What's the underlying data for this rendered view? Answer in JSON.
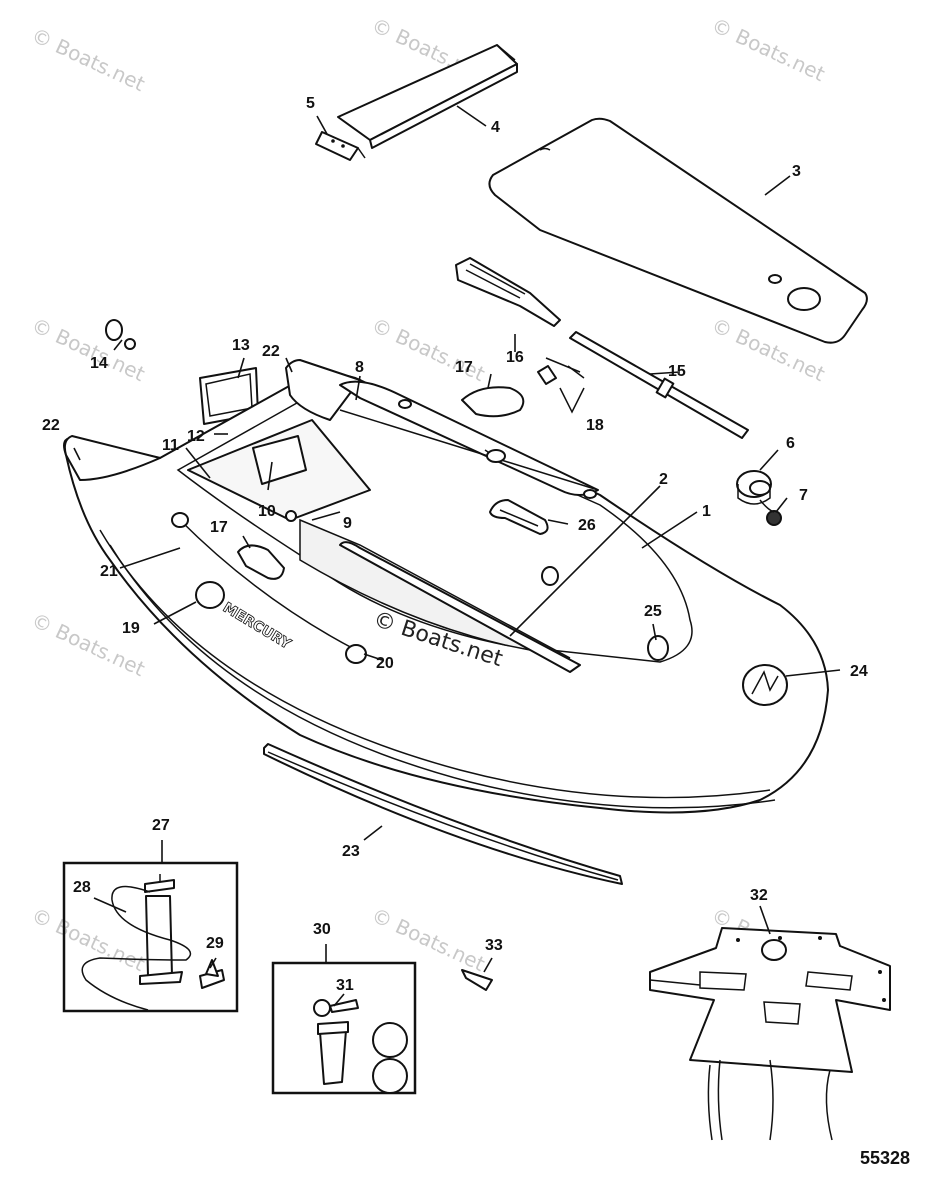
{
  "watermark_text": "© Boats.net",
  "center_watermark_text": "© Boats.net",
  "hull_brand_text": "MERCURY",
  "diagram_number": "55328",
  "callouts": {
    "c1": "1",
    "c2": "2",
    "c3": "3",
    "c4": "4",
    "c5": "5",
    "c6": "6",
    "c7": "7",
    "c8": "8",
    "c9": "9",
    "c10": "10",
    "c11": "11",
    "c12": "12",
    "c13": "13",
    "c14": "14",
    "c15": "15",
    "c16": "16",
    "c17a": "17",
    "c17b": "17",
    "c18": "18",
    "c19": "19",
    "c20": "20",
    "c21": "21",
    "c22a": "22",
    "c22b": "22",
    "c23": "23",
    "c24": "24",
    "c25": "25",
    "c26": "26",
    "c27": "27",
    "c28": "28",
    "c29": "29",
    "c30": "30",
    "c31": "31",
    "c32": "32",
    "c33": "33"
  }
}
